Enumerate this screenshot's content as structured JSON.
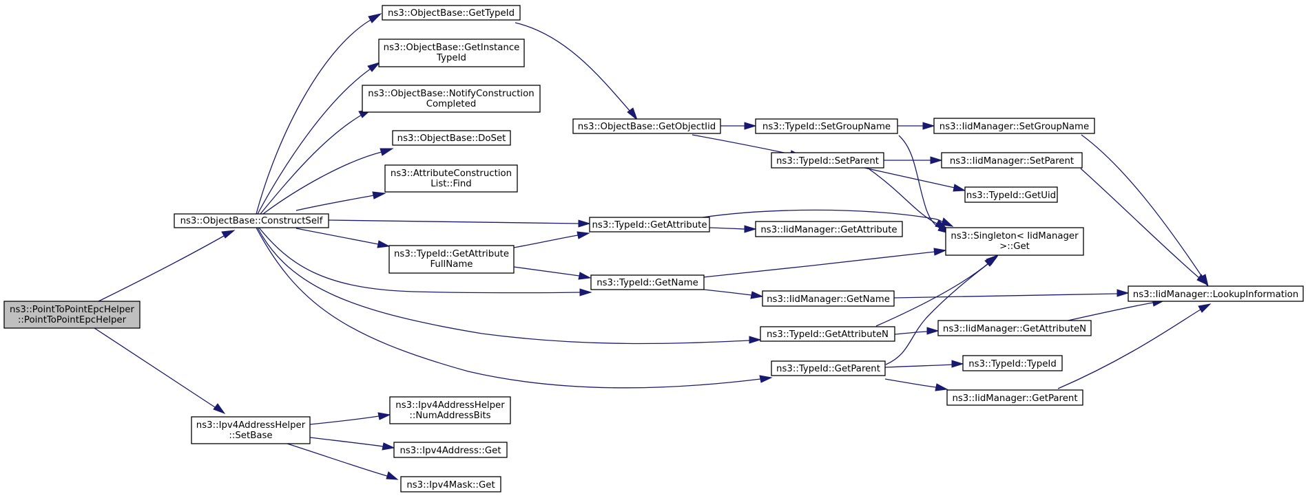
{
  "colors": {
    "edge": "#191970",
    "node_fill": "#ffffff",
    "root_fill": "#bfbfbf",
    "border": "#000000"
  },
  "nodes": {
    "root": [
      "ns3::PointToPointEpcHelper",
      "::PointToPointEpcHelper"
    ],
    "construct_self": [
      "ns3::ObjectBase::ConstructSelf"
    ],
    "ipv4_set_base": [
      "ns3::Ipv4AddressHelper",
      "::SetBase"
    ],
    "get_type_id": [
      "ns3::ObjectBase::GetTypeId"
    ],
    "get_instance_type_id": [
      "ns3::ObjectBase::GetInstance",
      "TypeId"
    ],
    "notify_construction": [
      "ns3::ObjectBase::NotifyConstruction",
      "Completed"
    ],
    "do_set": [
      "ns3::ObjectBase::DoSet"
    ],
    "attr_list_find": [
      "ns3::AttributeConstruction",
      "List::Find"
    ],
    "get_attribute_full_name": [
      "ns3::TypeId::GetAttribute",
      "FullName"
    ],
    "typeid_get_attribute": [
      "ns3::TypeId::GetAttribute"
    ],
    "typeid_get_name": [
      "ns3::TypeId::GetName"
    ],
    "typeid_get_attribute_n": [
      "ns3::TypeId::GetAttributeN"
    ],
    "typeid_get_parent": [
      "ns3::TypeId::GetParent"
    ],
    "get_object_iid": [
      "ns3::ObjectBase::GetObjectIid"
    ],
    "typeid_set_group_name": [
      "ns3::TypeId::SetGroupName"
    ],
    "typeid_set_parent": [
      "ns3::TypeId::SetParent"
    ],
    "iid_set_group_name": [
      "ns3::IidManager::SetGroupName"
    ],
    "iid_set_parent": [
      "ns3::IidManager::SetParent"
    ],
    "typeid_get_uid": [
      "ns3::TypeId::GetUid"
    ],
    "singleton_get": [
      "ns3::Singleton< IidManager",
      ">::Get"
    ],
    "iid_get_attribute": [
      "ns3::IidManager::GetAttribute"
    ],
    "iid_get_name": [
      "ns3::IidManager::GetName"
    ],
    "iid_lookup_information": [
      "ns3::IidManager::LookupInformation"
    ],
    "iid_get_attribute_n": [
      "ns3::IidManager::GetAttributeN"
    ],
    "typeid_typeid": [
      "ns3::TypeId::TypeId"
    ],
    "iid_get_parent": [
      "ns3::IidManager::GetParent"
    ],
    "num_address_bits": [
      "ns3::Ipv4AddressHelper",
      "::NumAddressBits"
    ],
    "ipv4_address_get": [
      "ns3::Ipv4Address::Get"
    ],
    "ipv4_mask_get": [
      "ns3::Ipv4Mask::Get"
    ]
  }
}
